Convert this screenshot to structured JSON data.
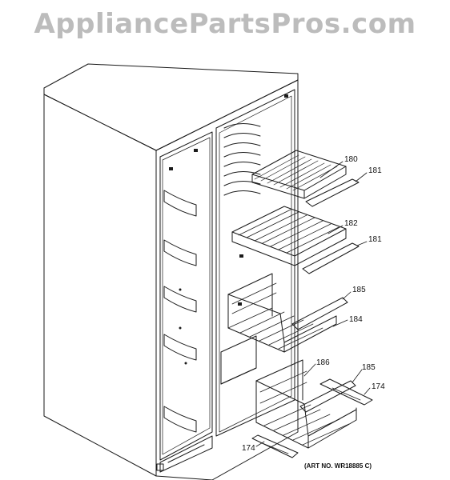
{
  "watermark": "AppliancePartsPros.com",
  "callouts": {
    "c180": "180",
    "c181a": "181",
    "c182": "182",
    "c181b": "181",
    "c185a": "185",
    "c184": "184",
    "c186": "186",
    "c185b": "185",
    "c174a": "174",
    "c174b": "174"
  },
  "art_number": "(ART NO. WR18885 C)",
  "colors": {
    "line": "#1a1a1a",
    "watermark": "#bcbcbc"
  }
}
